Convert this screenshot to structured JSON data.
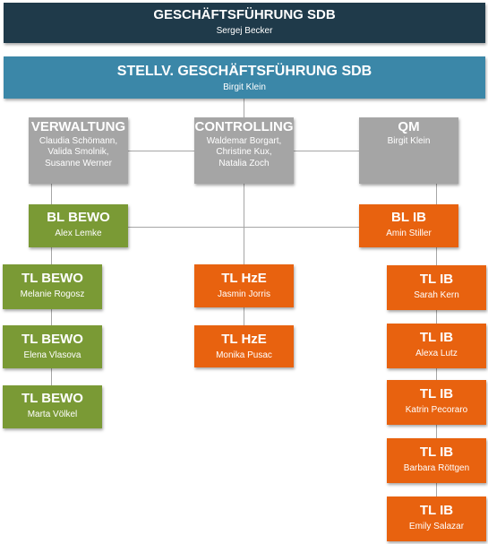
{
  "colors": {
    "dark": "#1f3a4a",
    "blue": "#3b87a8",
    "gray": "#a5a5a5",
    "green": "#7a9a35",
    "orange": "#e8620f",
    "line": "#a6a6a6"
  },
  "ceo": {
    "title": "GESCHÄFTSFÜHRUNG SDB",
    "name": "Sergej Becker"
  },
  "deputy": {
    "title": "STELLV. GESCHÄFTSFÜHRUNG SDB",
    "name": "Birgit Klein"
  },
  "verwaltung": {
    "title": "VERWALTUNG",
    "names": [
      "Claudia Schömann,",
      "Valida Smolnik,",
      "Susanne Werner"
    ]
  },
  "controlling": {
    "title": "CONTROLLING",
    "names": [
      "Waldemar Borgart,",
      "Christine Kux,",
      "Natalia Zoch"
    ]
  },
  "qm": {
    "title": "QM",
    "names": [
      "Birgit Klein"
    ]
  },
  "bl_bewo": {
    "title": "BL BEWO",
    "name": "Alex Lemke"
  },
  "bl_ib": {
    "title": "BL IB",
    "name": "Amin Stiller"
  },
  "tl_bewo": [
    {
      "title": "TL BEWO",
      "name": "Melanie Rogosz"
    },
    {
      "title": "TL BEWO",
      "name": "Elena Vlasova"
    },
    {
      "title": "TL BEWO",
      "name": "Marta Völkel"
    }
  ],
  "tl_hze": [
    {
      "title": "TL HzE",
      "name": "Jasmin Jorris"
    },
    {
      "title": "TL HzE",
      "name": "Monika Pusac"
    }
  ],
  "tl_ib": [
    {
      "title": "TL IB",
      "name": "Sarah Kern"
    },
    {
      "title": "TL IB",
      "name": "Alexa Lutz"
    },
    {
      "title": "TL IB",
      "name": "Katrin Pecoraro"
    },
    {
      "title": "TL IB",
      "name": "Barbara Röttgen"
    },
    {
      "title": "TL IB",
      "name": "Emily Salazar"
    }
  ]
}
